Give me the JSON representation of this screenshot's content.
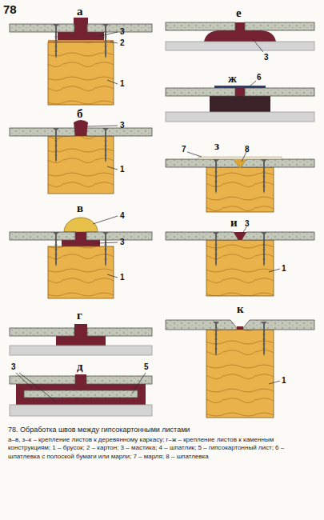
{
  "diagram": {
    "title": "78",
    "caption": "78. Обработка швов между гипсокартонными листами",
    "labels": [
      "а",
      "3",
      "2",
      "1",
      "б",
      "3",
      "1",
      "в",
      "4",
      "3",
      "1",
      "г",
      "д",
      "3",
      "5",
      "е",
      "3",
      "ж",
      "6",
      "з",
      "7",
      "8",
      "и",
      "3",
      "1",
      "к",
      "1",
      "а–в, з–к – крепление листов к деревянному каркасу; г–ж – крепление листов к каменным конструкциям; 1 – брусок; 2 – картон; 3 – мастика; 4 – шпатлик; 5 – гипсокартонный лист; 6 – шпатлевка с полоской бумаги или марли; 7 – марля; 8 – шпатлевка"
    ]
  }
}
